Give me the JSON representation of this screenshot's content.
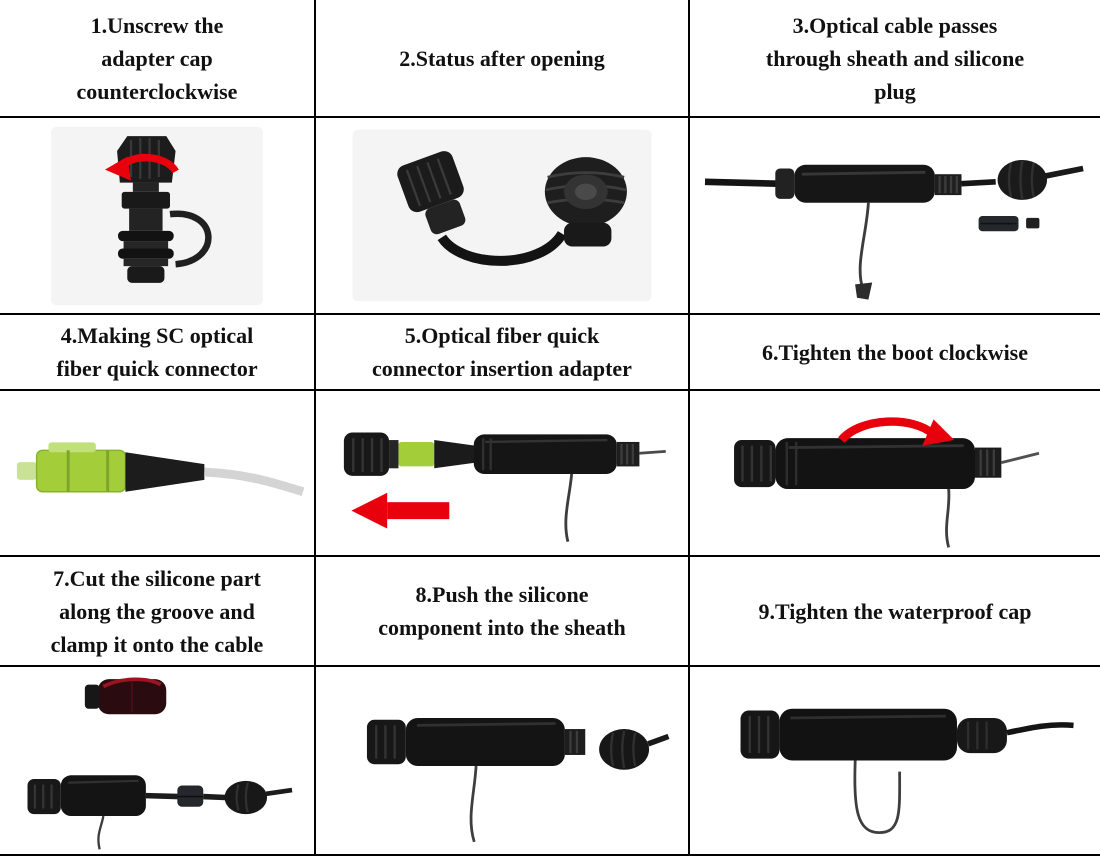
{
  "colors": {
    "accent_red": "#e8000d",
    "connector_green": "#a4ce39",
    "grid_line": "#000000"
  },
  "steps": [
    {
      "id": 1,
      "label": "1.Unscrew the\nadapter cap\ncounterclockwise"
    },
    {
      "id": 2,
      "label": "2.Status after opening"
    },
    {
      "id": 3,
      "label": "3.Optical cable passes\nthrough sheath and silicone\nplug"
    },
    {
      "id": 4,
      "label": "4.Making SC optical\nfiber quick connector"
    },
    {
      "id": 5,
      "label": "5.Optical fiber quick\nconnector insertion adapter"
    },
    {
      "id": 6,
      "label": "6.Tighten the boot clockwise"
    },
    {
      "id": 7,
      "label": "7.Cut the silicone part\nalong the groove and\nclamp it onto the cable"
    },
    {
      "id": 8,
      "label": "8.Push the silicone\ncomponent into the sheath"
    },
    {
      "id": 9,
      "label": "9.Tighten the waterproof cap"
    }
  ]
}
